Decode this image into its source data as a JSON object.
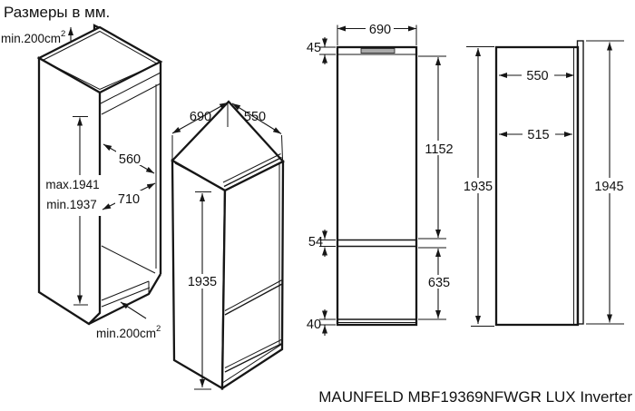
{
  "title": "Размеры в мм.",
  "caption": "MAUNFELD MBF19369NFWGR LUX Inverter",
  "colors": {
    "line": "#161616",
    "background": "#ffffff",
    "vent_grille": "#aaaaaa"
  },
  "niche_view": {
    "top_vent_area": "min.200cm",
    "top_vent_sup": "2",
    "bottom_vent_area": "min.200cm",
    "bottom_vent_sup": "2",
    "niche_height_max": "max.1941",
    "niche_height_min": "min.1937",
    "niche_depth": "560",
    "niche_width": "710"
  },
  "fridge_isometric": {
    "width": "690",
    "depth": "550",
    "height": "1935"
  },
  "front_view": {
    "width": "690",
    "top_clearance": "45",
    "fridge_door_height": "1152",
    "middle_gap": "54",
    "freezer_door_height": "635",
    "bottom_clearance": "40"
  },
  "side_view": {
    "top_depth": "550",
    "inner_depth": "515",
    "cabinet_height": "1935",
    "total_height": "1945"
  }
}
